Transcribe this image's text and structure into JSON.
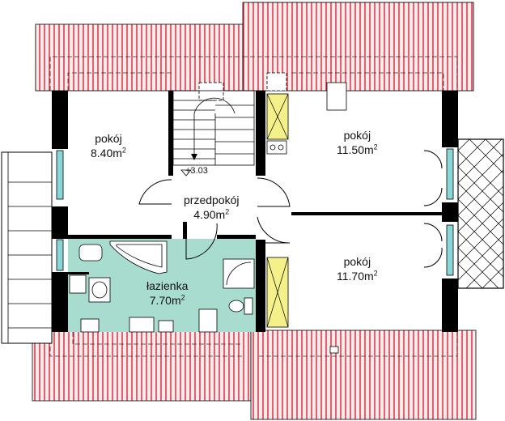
{
  "rooms": {
    "pokoj_a": {
      "name": "pokój",
      "area": "8.40m",
      "unit_sup": "2"
    },
    "pokoj_b": {
      "name": "pokój",
      "area": "11.50m",
      "unit_sup": "2"
    },
    "pokoj_c": {
      "name": "pokój",
      "area": "11.70m",
      "unit_sup": "2"
    },
    "przedpokoj": {
      "name": "przedpokój",
      "area": "4.90m",
      "unit_sup": "2"
    },
    "lazienka": {
      "name": "łazienka",
      "area": "7.70m",
      "unit_sup": "2"
    }
  },
  "level": {
    "label": "+3.03"
  },
  "colors": {
    "roof_fill": "#f6dede",
    "roof_stripe": "#d7263d",
    "wall": "#000000",
    "bathroom": "#a8dccf",
    "window_glass": "#8ad6d6",
    "chimney": "#f4f08a"
  }
}
